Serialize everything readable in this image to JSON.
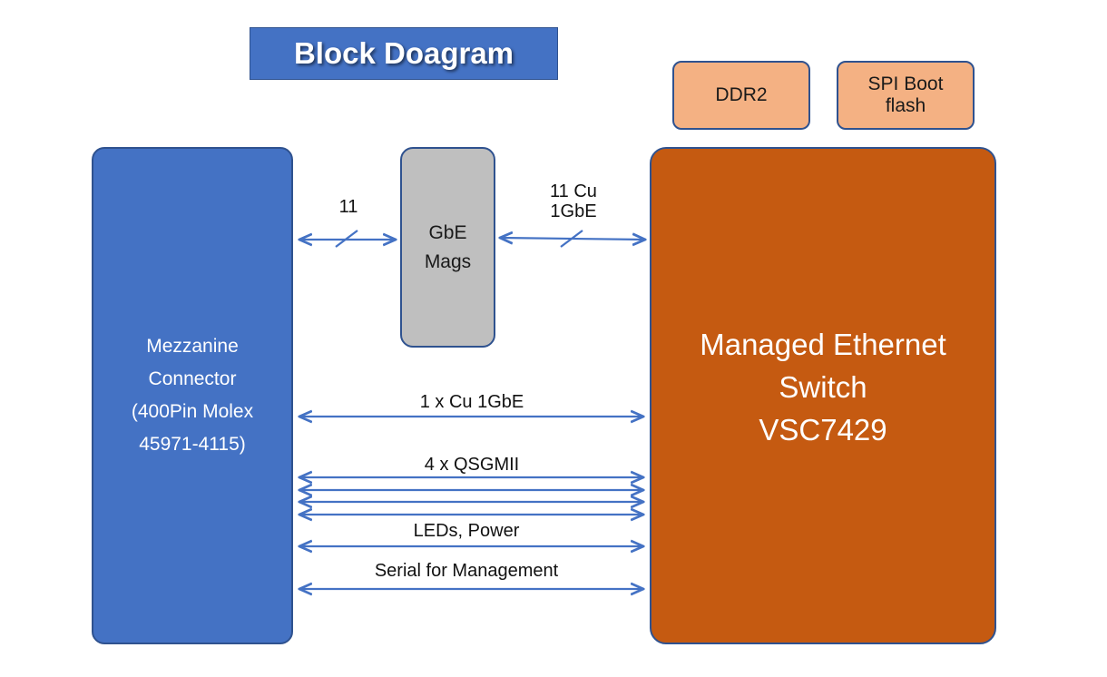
{
  "title": "Block Doagram",
  "colors": {
    "title_fill": "#4472c4",
    "mezzanine_fill": "#4472c4",
    "mags_fill": "#bfbfbf",
    "switch_fill": "#c55a11",
    "memory_fill": "#f4b183",
    "link_color": "#4472c4"
  },
  "blocks": {
    "mezzanine": "Mezzanine\nConnector\n(400Pin Molex\n45971-4115)",
    "gbe_mags": "GbE\nMags",
    "switch": "Managed Ethernet\nSwitch\nVSC7429",
    "ddr2": "DDR2",
    "spi_flash": "SPI Boot\nflash"
  },
  "links": {
    "mezz_to_mags": "11",
    "mags_to_switch": "11 Cu\n1GbE",
    "cu_1gbe": "1 x Cu 1GbE",
    "qsgmii": "4 x QSGMII",
    "leds_power": "LEDs, Power",
    "serial": "Serial for Management"
  }
}
